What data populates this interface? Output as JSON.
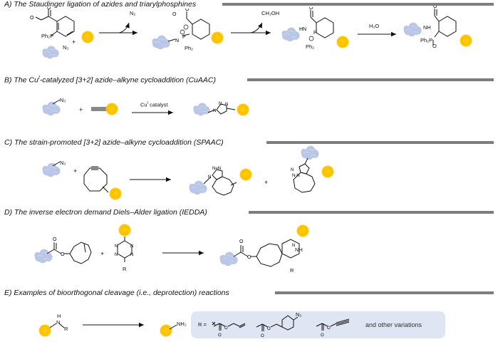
{
  "sections": {
    "a": {
      "title": "A) The Staudinger ligation of azides and triarylphosphines",
      "reagent_ph2p": "Ph₂P",
      "reagent_n3": "N₃",
      "plus": "+",
      "byproduct1": "N₂",
      "byproduct2": "CH₃OH",
      "reagent_water": "H₂O",
      "int1_ph2": "Ph₂",
      "int2_ph2": "Ph₂",
      "product_nh": "NH",
      "product_ph2p": "Ph₂P",
      "product_o": "O"
    },
    "b": {
      "title_pre": "B) The Cu",
      "title_sup": "I",
      "title_post": "-catalyzed [3+2] azide–alkyne cycloaddition (CuAAC)",
      "reagent_n3": "N₃",
      "plus": "+",
      "catalyst_pre": "Cu",
      "catalyst_sup": "I",
      "catalyst_post": " catalyst"
    },
    "c": {
      "title": "C) The strain-promoted [3+2] azide–alkyne cycloaddition (SPAAC)",
      "reagent_n3": "N₃",
      "plus1": "+",
      "plus2": "+"
    },
    "d": {
      "title": "D) The inverse electron demand Diels–Alder ligation (IEDDA)",
      "plus": "+",
      "tetrazine_r": "R",
      "product_r": "R",
      "product_nh": "NH"
    },
    "e": {
      "title": "E) Examples of bioorthogonal cleavage (i.e., deprotection) reactions",
      "substrate_h": "H",
      "substrate_r": "R",
      "product_nh2": "NH₂",
      "r_label": "R =",
      "r_azide": "N₃",
      "other": "and other variations"
    }
  },
  "colors": {
    "header_rule": "#7d7d7d",
    "cloud": "#b9c6e6",
    "sun": "#ffc400",
    "r_box": "#dfe5f2"
  }
}
